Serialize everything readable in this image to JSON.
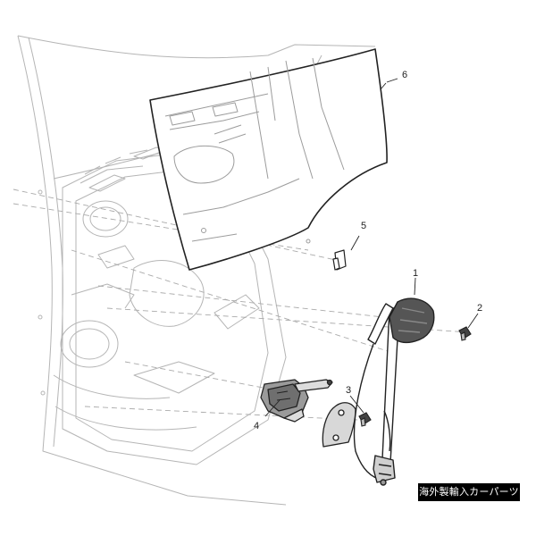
{
  "callouts": {
    "c1": "1",
    "c2": "2",
    "c3": "3",
    "c4": "4",
    "c5": "5",
    "c6": "6"
  },
  "watermark": "海外製輸入カーパーツ"
}
